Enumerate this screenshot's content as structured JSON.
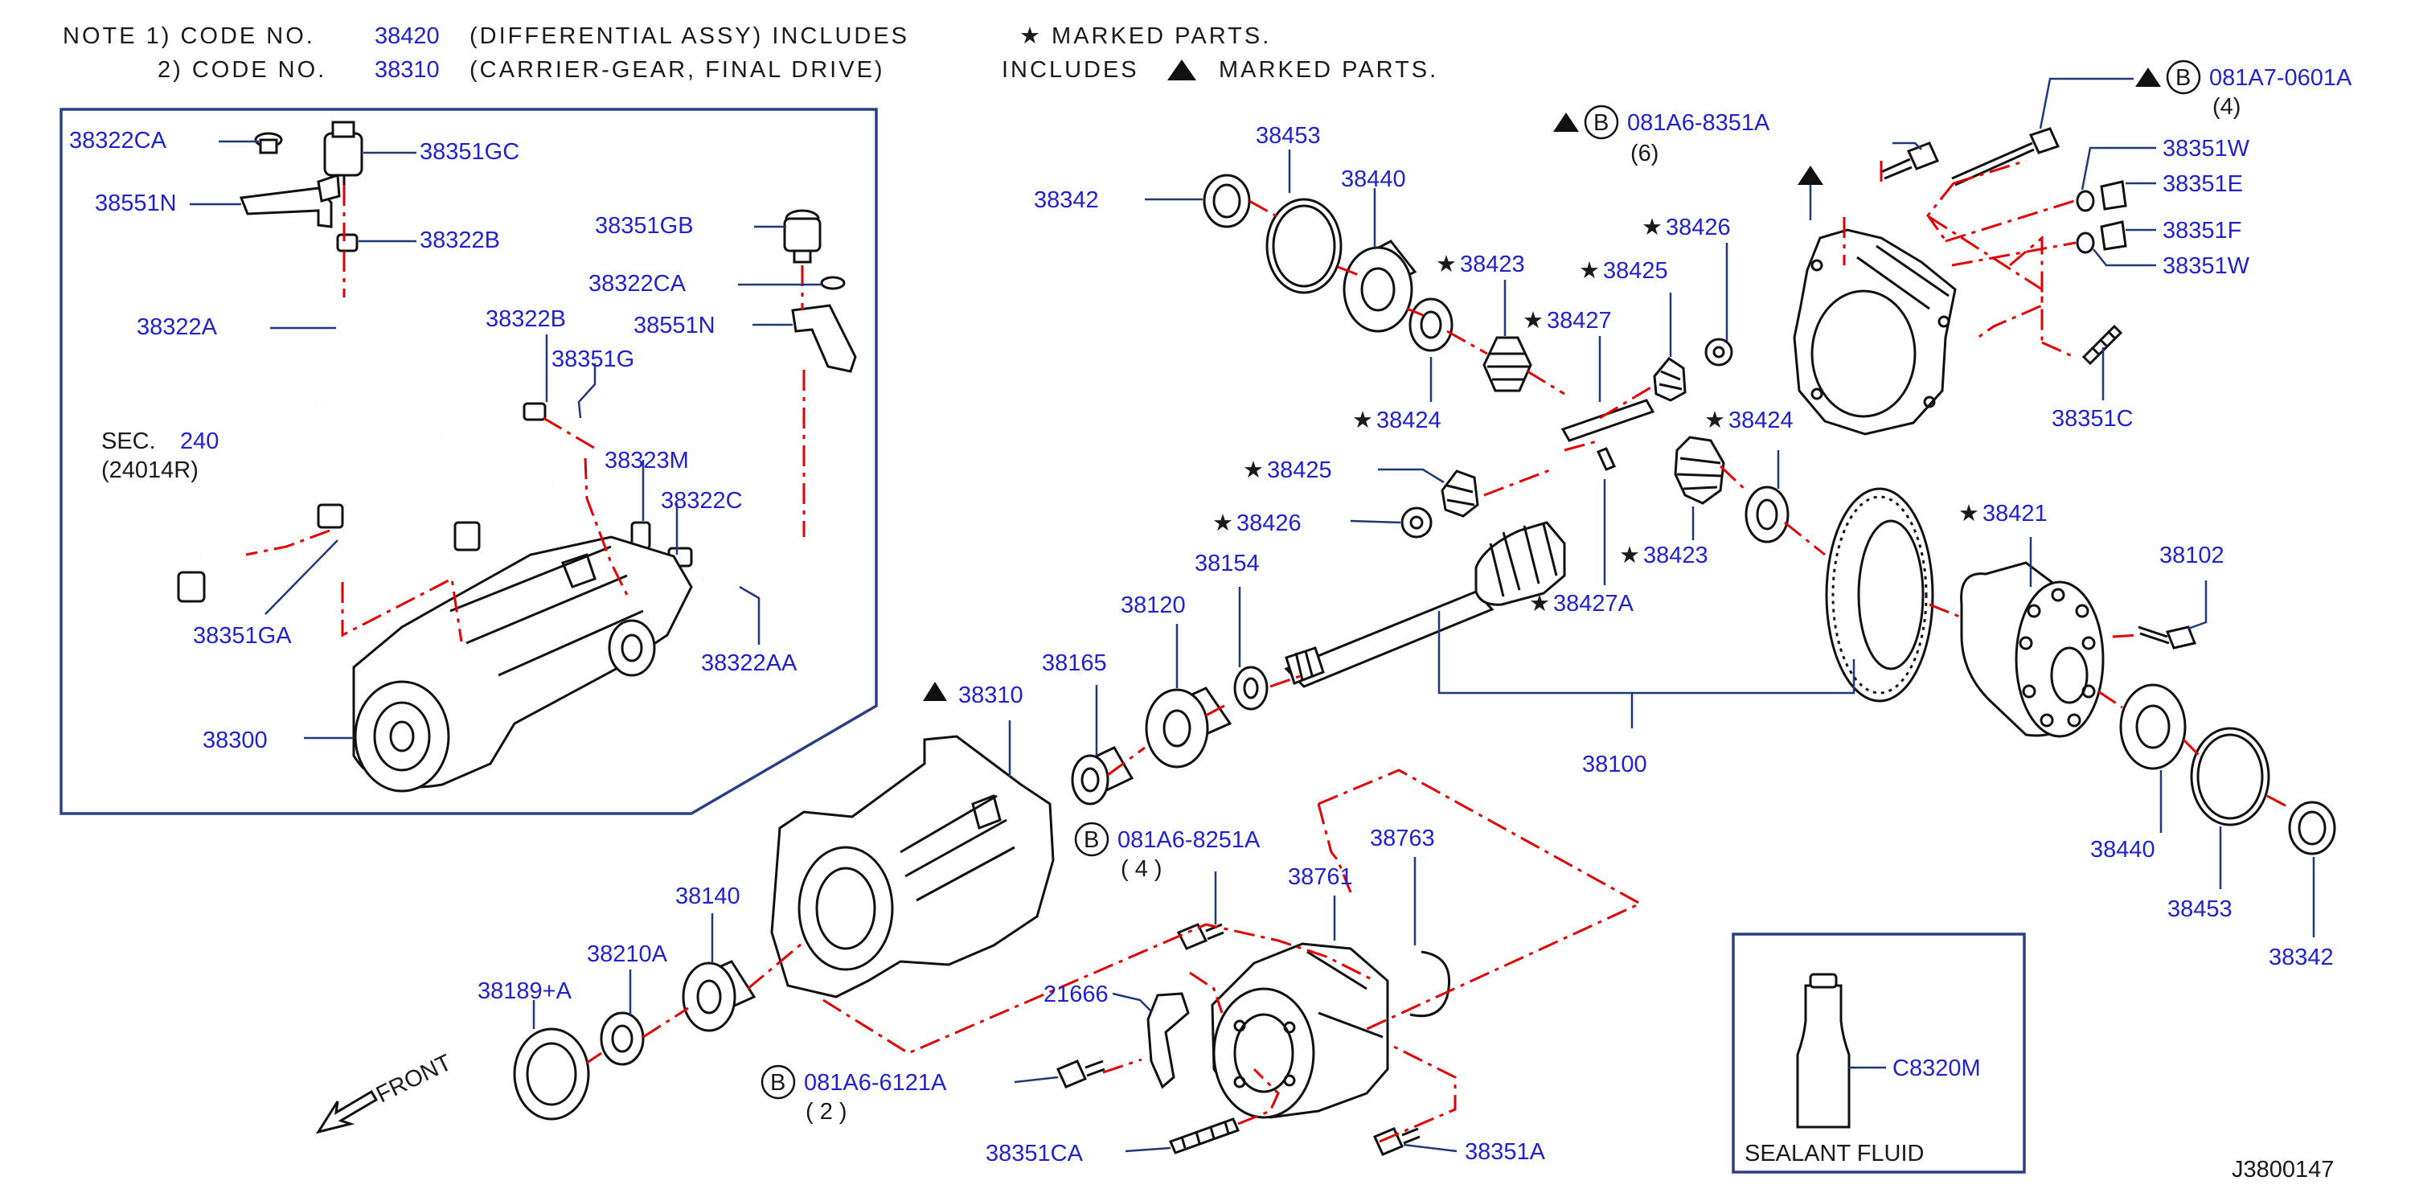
{
  "notes": {
    "line1_prefix": "NOTE  1)  CODE  NO.",
    "line1_code": "38420",
    "line1_suffix": "(DIFFERENTIAL  ASSY)  INCLUDES",
    "line2_prefix": "2)  CODE  NO.",
    "line2_code": "38310",
    "line2_suffix": "(CARRIER-GEAR,  FINAL  DRIVE)",
    "right_line1": "★  MARKED  PARTS.",
    "right_line2a": "INCLUDES",
    "right_line2b": "MARKED  PARTS."
  },
  "inset": {
    "labels": {
      "l38322CA_a": "38322CA",
      "l38351GC": "38351GC",
      "l38551N_a": "38551N",
      "l38322B_a": "38322B",
      "l38351GB": "38351GB",
      "l38322CA_b": "38322CA",
      "l38551N_b": "38551N",
      "l38322A": "38322A",
      "l38322B_b": "38322B",
      "l38351G": "38351G",
      "sec_prefix": "SEC.",
      "sec_num": "240",
      "sec_ref": "(24014R)",
      "l38323M": "38323M",
      "l38322C": "38322C",
      "l38351GA": "38351GA",
      "l38322AA": "38322AA",
      "l38300": "38300"
    }
  },
  "main": {
    "labels": {
      "l38453_top": "38453",
      "l38440_top": "38440",
      "l38342_top": "38342",
      "l38423_a": "38423",
      "l38427": "38427",
      "l38425_a": "38425",
      "l38426_a": "38426",
      "l38424_a": "38424",
      "l38424_b": "38424",
      "l38425_b": "38425",
      "l38426_b": "38426",
      "l38423_b": "38423",
      "l38427A": "38427A",
      "l38421": "38421",
      "l38102": "38102",
      "l38154": "38154",
      "l38120": "38120",
      "l38165": "38165",
      "l38310": "38310",
      "l38100": "38100",
      "l38440_bot": "38440",
      "l38453_bot": "38453",
      "l38342_bot": "38342",
      "bolt_8351_code": "081A6-8351A",
      "bolt_8351_qty": "(6)",
      "bolt_0601_code": "081A7-0601A",
      "bolt_0601_qty": "(4)",
      "l38351W_a": "38351W",
      "l38351E": "38351E",
      "l38351F": "38351F",
      "l38351W_b": "38351W",
      "l38351C": "38351C",
      "bolt_8251_code": "081A6-8251A",
      "bolt_8251_qty": "( 4 )",
      "l38761": "38761",
      "l38763": "38763",
      "l38140": "38140",
      "l38210A": "38210A",
      "l38189A": "38189+A",
      "l21666": "21666",
      "bolt_6121_code": "081A6-6121A",
      "bolt_6121_qty": "( 2 )",
      "l38351CA": "38351CA",
      "l38351A": "38351A",
      "front": "FRONT",
      "circle_b": "B"
    }
  },
  "sealant": {
    "label": "C8320M",
    "caption": "SEALANT  FLUID"
  },
  "diagram_id": "J3800147",
  "colors": {
    "label_blue": "#1f23c9",
    "leader": "#1f3a7a",
    "dash_red": "#e10000",
    "frame": "#2a3f86"
  }
}
